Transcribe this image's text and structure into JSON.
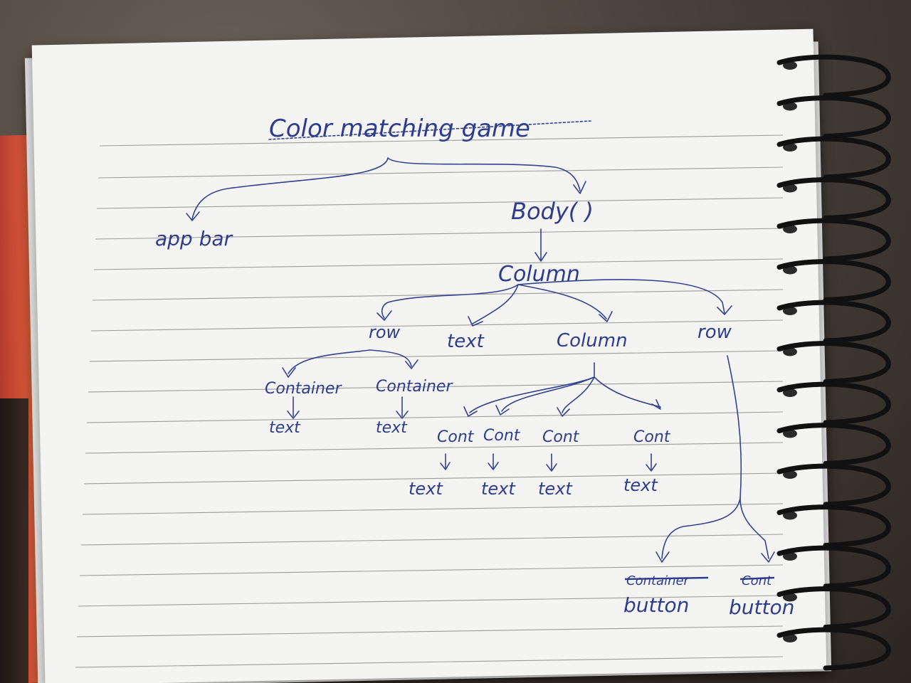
{
  "notebook": {
    "title": "Color matching game",
    "nodes": {
      "app_bar": "app bar",
      "body": "Body( )",
      "column_main": "Column",
      "row_left": "row",
      "text_mid": "text",
      "column_inner": "Column",
      "row_right": "row",
      "container_1": "Container",
      "container_2": "Container",
      "text_c1": "text",
      "text_c2": "text",
      "cont_1": "Cont",
      "cont_2": "Cont",
      "cont_3": "Cont",
      "cont_4": "Cont",
      "text_k1": "text",
      "text_k2": "text",
      "text_k3": "text",
      "text_k4": "text",
      "struck_container": "Container",
      "struck_cont": "Cont",
      "button_1": "button",
      "button_2": "button"
    }
  },
  "colors": {
    "ink": "#2e3c8c",
    "paper": "#f4f4f2",
    "rule_lines": "#9b9b9b",
    "spiral": "#111111"
  }
}
